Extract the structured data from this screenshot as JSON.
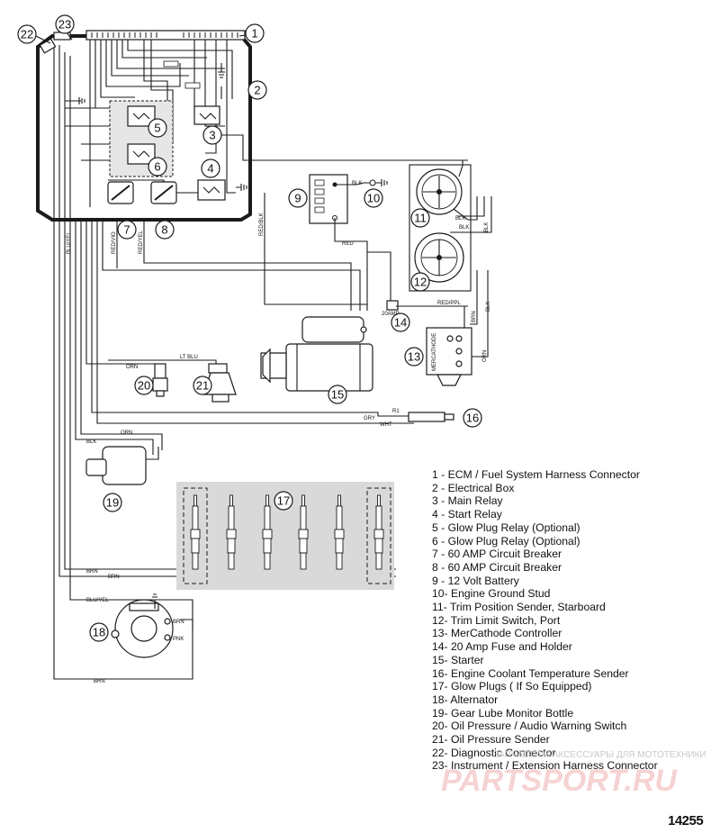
{
  "legend": [
    "1 - ECM / Fuel System Harness Connector",
    "2 - Electrical Box",
    "3 - Main Relay",
    "4 - Start Relay",
    "5 - Glow Plug Relay (Optional)",
    "6 - Glow Plug Relay (Optional)",
    "7 - 60 AMP Circuit Breaker",
    "8 - 60 AMP Circuit Breaker",
    "9 - 12 Volt Battery",
    "10- Engine Ground Stud",
    "11- Trim Position Sender, Starboard",
    "12- Trim Limit Switch, Port",
    "13- MerCathode Controller",
    "14- 20 Amp Fuse and Holder",
    "15- Starter",
    "16- Engine Coolant Temperature Sender",
    "17- Glow Plugs ( If So Equipped)",
    "18- Alternator",
    "19- Gear Lube Monitor Bottle",
    "20- Oil Pressure / Audio Warning Switch",
    "21- Oil Pressure Sender",
    "22- Diagnostic Connector",
    "23- Instrument / Extension Harness Connector"
  ],
  "callouts": {
    "c1": "1",
    "c2": "2",
    "c3": "3",
    "c4": "4",
    "c5": "5",
    "c6": "6",
    "c7": "7",
    "c8": "8",
    "c9": "9",
    "c10": "10",
    "c11": "11",
    "c12": "12",
    "c13": "13",
    "c14": "14",
    "c15": "15",
    "c16": "16",
    "c17": "17",
    "c18": "18",
    "c19": "19",
    "c20": "20",
    "c21": "21",
    "c22": "22",
    "c23": "23"
  },
  "wire_labels": {
    "blk_battery": "BLK",
    "red_battery": "RED",
    "red_blk": "RED/BLK",
    "blu_yel": "BLU/YEL",
    "red_vio": "RED/VIO",
    "red_yel": "RED/YEL",
    "red_ppl": "RED/PPL",
    "amp20": "20AMP",
    "brn_13": "BRN",
    "blk_13": "BLK",
    "orn_13": "ORN",
    "orn_20": "ORN",
    "lt_blu": "LT BLU",
    "gry": "GRY",
    "wht": "WHT",
    "r1": "R1",
    "orn_19": "ORN",
    "blk_19": "BLK",
    "brn_glow_1": "BRN",
    "brn_glow_2": "BRN",
    "blu_yel_alt": "BLU/YEL",
    "brn_alt": "BRN",
    "pnk_alt": "PNK",
    "brn_alt_bottom": "BRN",
    "blk_trim_1": "BLK",
    "blk_trim_2": "BLK",
    "blk_trim_3": "BLK",
    "mercathode": "MERCATHODE"
  },
  "watermark": {
    "line": "ЗАПЧАСТИ И АКСЕССУАРЫ ДЛЯ МОТОТЕХНИКИ",
    "logo": "PARTSPORT.RU"
  },
  "figure_number": "14255"
}
